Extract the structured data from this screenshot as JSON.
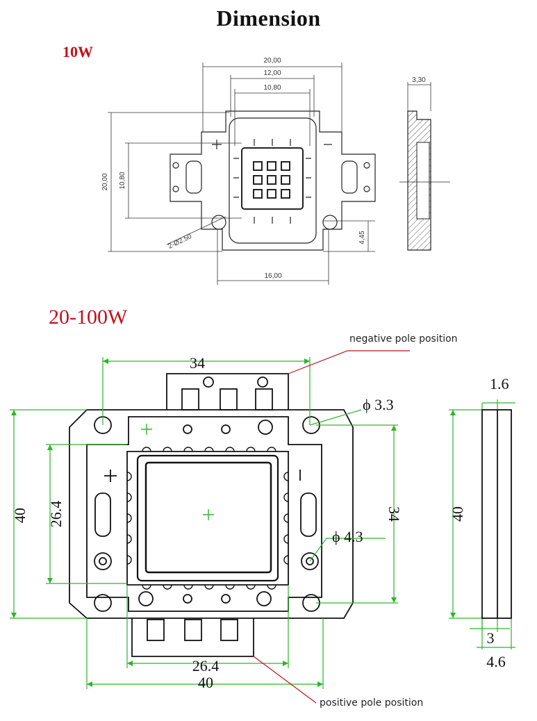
{
  "title": "Dimension",
  "section_10w": {
    "label": "10W",
    "dims": {
      "w_outer": "20,00",
      "w_mid": "12,00",
      "w_inner": "10,80",
      "h_outer": "20,00",
      "h_inner": "10,80",
      "hole": "2-Ø2.50",
      "bottom": "16,00",
      "offset": "4,45",
      "thickness": "3,30"
    }
  },
  "section_20_100w": {
    "label": "20-100W",
    "dims": {
      "top_width": "34",
      "left_height": "40",
      "inner_height": "26.4",
      "right_height": "34",
      "hole_small": "ϕ 3.3",
      "hole_large": "ϕ 4.3",
      "bottom_inner": "26.4",
      "bottom_outer": "40",
      "side_thickness_top": "1.6",
      "side_height": "40",
      "side_bottom_inner": "3",
      "side_bottom_outer": "4.6"
    },
    "annotations": {
      "negative": "negative pole position",
      "positive": "positive pole position"
    },
    "colors": {
      "dimension_line": "#2db52d",
      "leader": "#c0121b",
      "outline": "#111111"
    }
  }
}
